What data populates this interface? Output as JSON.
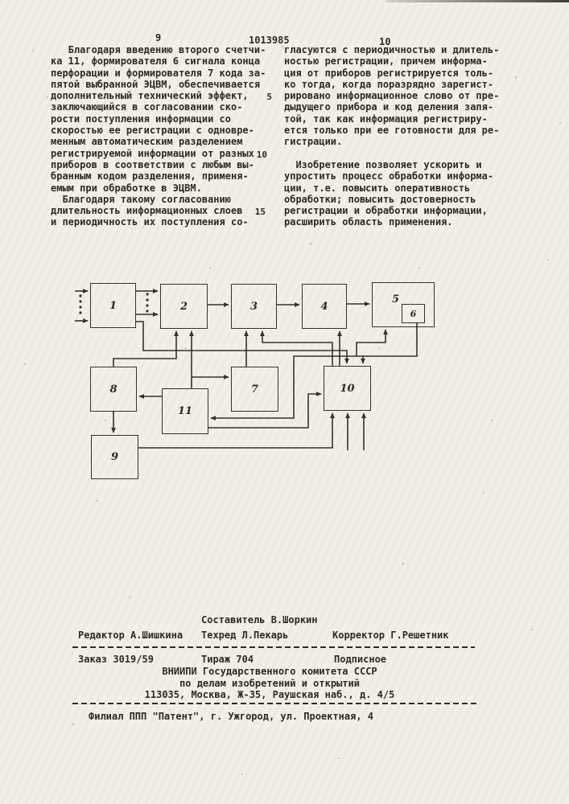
{
  "header": {
    "page_left": "9",
    "patent_number": "1013985",
    "page_right": "10"
  },
  "body": {
    "left_column_lines": [
      "   Благодаря введению второго счетчи-",
      "ка 11, формирователя 6 сигнала конца",
      "перфорации и формирователя 7 кода за-",
      "пятой выбранной ЭЦВМ, обеспечивается",
      "дополнительный технический эффект,",
      "заключающийся в согласовании ско-",
      "рости поступления информации со",
      "скоростью ее регистрации с одновре-",
      "менным автоматическим разделением",
      "регистрируемой информации от разных",
      "приборов в соответствии с любым вы-",
      "бранным кодом разделения, применя-",
      "емым при обработке в ЭЦВМ.",
      "  Благодаря такому согласованию",
      "длительность информационных слоев",
      "и периодичность их поступления со-"
    ],
    "right_column_lines": [
      "гласуются с периодичностью и длитель-",
      "ностью регистрации, причем информа-",
      "ция от приборов регистрируется толь-",
      "ко тогда, когда поразрядно зарегист-",
      "рировано информационное слово от пре-",
      "дыдущего прибора и код деления запя-",
      "той, так как информация регистриру-",
      "ется только при ее готовности для ре-",
      "гистрации.",
      "",
      "  Изобретение позволяет ускорить и",
      "упростить процесс обработки информа-",
      "ции, т.е. повысить оперативность",
      "обработки; повысить достоверность",
      "регистрации и обработки информации,",
      "расширить область применения."
    ],
    "margin_line_numbers": [
      "5",
      "10",
      "15"
    ]
  },
  "diagram": {
    "blocks": [
      {
        "label": "1"
      },
      {
        "label": "2"
      },
      {
        "label": "3"
      },
      {
        "label": "4"
      },
      {
        "label": "5"
      },
      {
        "label": "6"
      },
      {
        "label": "7"
      },
      {
        "label": "8"
      },
      {
        "label": "9"
      },
      {
        "label": "10"
      },
      {
        "label": "11"
      }
    ]
  },
  "footer": {
    "compositor": "Составитель В.Шоркин",
    "editor": "Редактор А.Шишкина",
    "typesetter": "Техред Л.Пекарь",
    "corrector": "Корректор Г.Решетник",
    "order": "Заказ 3019/59",
    "print_run": "Тираж 704",
    "subscription": "Подписное",
    "publisher_line1": "ВНИИПИ Государственного комитета СССР",
    "publisher_line2": "по делам изобретений и открытий",
    "publisher_line3": "113035, Москва, Ж-35, Раушская наб., д. 4/5",
    "branch": "Филиал ППП \"Патент\", г. Ужгород, ул. Проектная, 4"
  }
}
